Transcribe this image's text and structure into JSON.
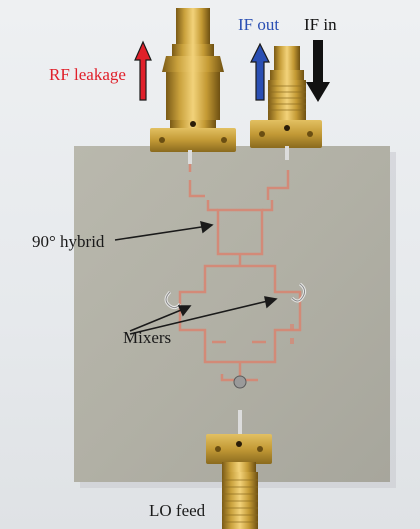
{
  "labels": {
    "rf_leakage": "RF leakage",
    "if_out": "IF out",
    "if_in": "IF in",
    "hybrid": "90° hybrid",
    "mixers": "Mixers",
    "lo_feed": "LO feed"
  },
  "colors": {
    "rf_leakage": "#e0202a",
    "if_out": "#2a4fb3",
    "if_in": "#111111",
    "annotation": "#1a1a1a",
    "board": "#b2b1a6",
    "trace": "#d98470",
    "gold": "#c9a13c"
  },
  "arrows": {
    "rf_leakage": "up",
    "if_out": "up",
    "if_in": "down"
  }
}
